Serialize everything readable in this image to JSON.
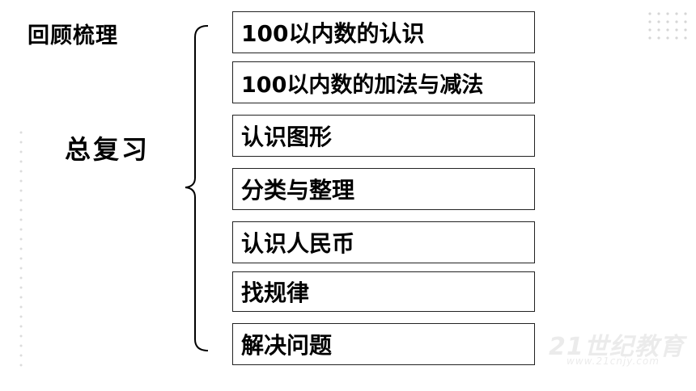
{
  "section_label": "回顾梳理",
  "main_topic": "总复习",
  "topics": [
    "100以内数的认识",
    "100以内数的加法与减法",
    "认识图形",
    "分类与整理",
    "认识人民币",
    "找规律",
    "解决问题"
  ],
  "watermark": {
    "main": "21世纪教育",
    "sub": "www.21cnjy.com"
  },
  "colors": {
    "text": "#000000",
    "box_border": "#222222",
    "dot": "#d6d6d6"
  }
}
